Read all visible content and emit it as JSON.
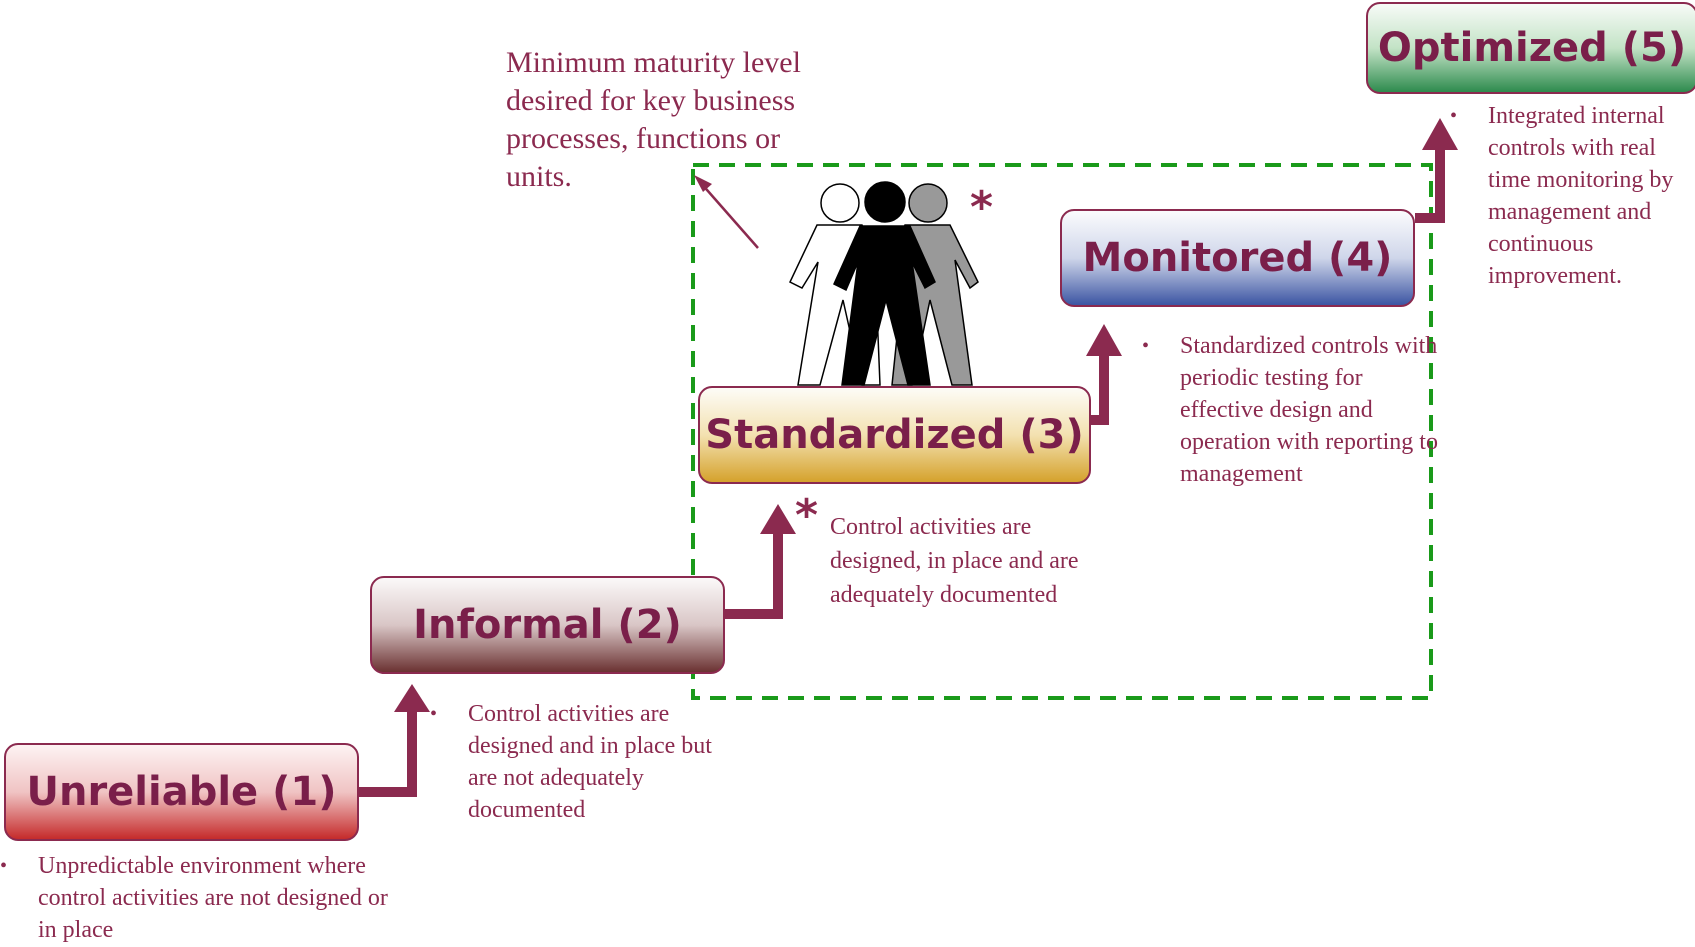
{
  "colors": {
    "accent": "#8b2a4f",
    "dashed_frame": "#1a9a1a"
  },
  "callout": {
    "text": "Minimum maturity level desired for key business processes, functions or units."
  },
  "marker": {
    "asterisk": "*"
  },
  "stages": [
    {
      "label": "Unreliable (1)",
      "description": "Unpredictable environment where control activities are not designed or in place"
    },
    {
      "label": "Informal (2)",
      "description": "Control activities are designed and in place but are not adequately documented"
    },
    {
      "label": "Standardized (3)",
      "description": "Control activities are designed, in place and are adequately documented"
    },
    {
      "label": "Monitored (4)",
      "description": "Standardized controls with periodic testing for effective design and operation with reporting to management"
    },
    {
      "label": "Optimized (5)",
      "description": "Integrated internal controls with real time monitoring by management and continuous improvement."
    }
  ],
  "icons": {
    "people": "people-group-icon"
  }
}
